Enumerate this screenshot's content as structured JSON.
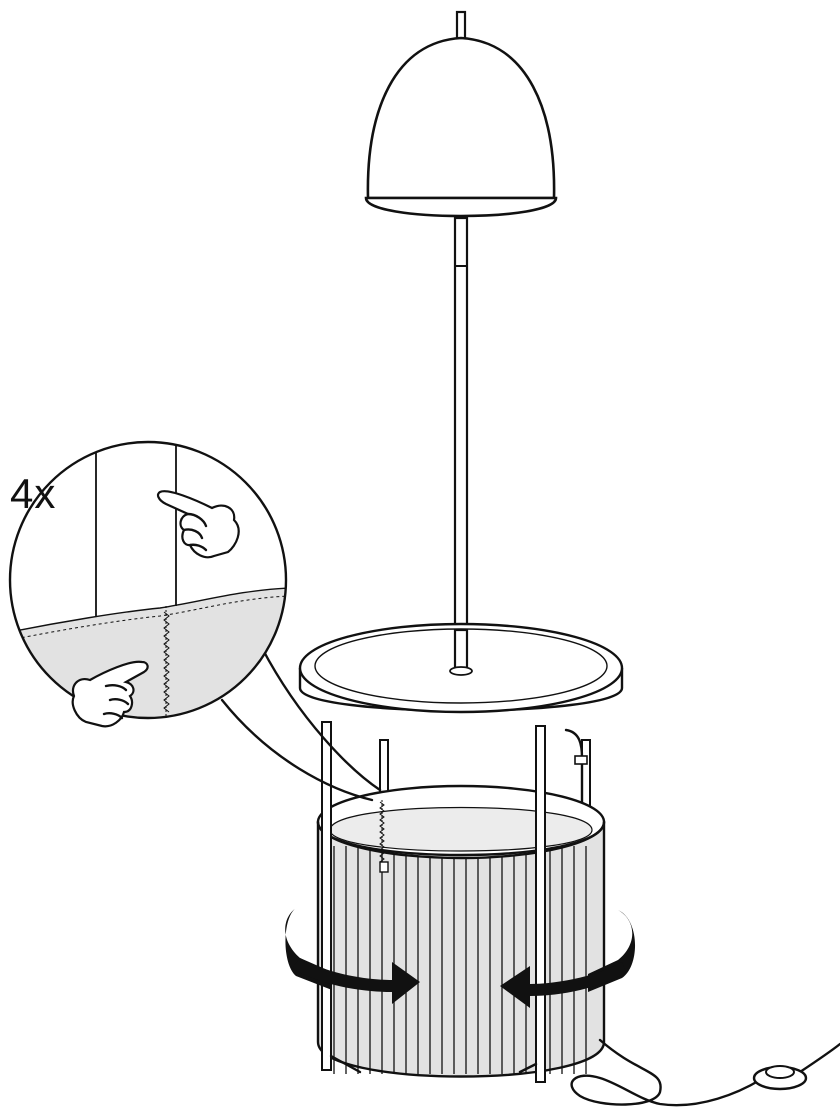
{
  "figure": {
    "quantity_label": "4x"
  },
  "colors": {
    "line": "#111111",
    "fabric": "#e2e2e2",
    "background": "#ffffff",
    "arrow": "#111111"
  },
  "icons": [
    "lamp-shade",
    "lamp-pole",
    "side-table-top",
    "table-legs",
    "fabric-basket",
    "rotate-arrow-left",
    "rotate-arrow-right",
    "pressing-hand",
    "foot-switch",
    "power-cord"
  ]
}
